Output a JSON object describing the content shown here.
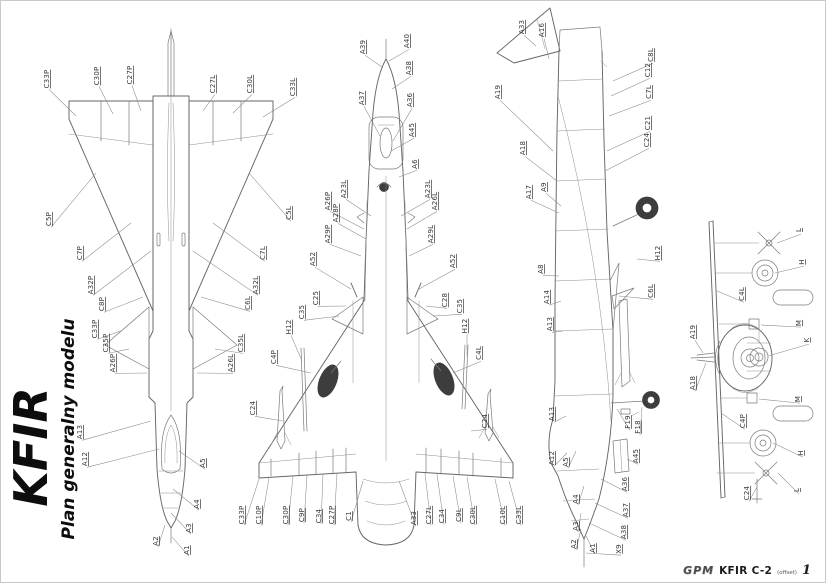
{
  "sheet": {
    "title": "KFIR",
    "subtitle": "Plan generalny modelu",
    "footer": {
      "publisher": "GPM",
      "model": "KFIR C-2",
      "print_note": "(offset)",
      "sheet_number": "1"
    }
  },
  "views": [
    {
      "name": "top-view",
      "labels": [
        [
          "C33P",
          46,
          78,
          75,
          115
        ],
        [
          "C30P",
          96,
          75,
          112,
          113
        ],
        [
          "C27P",
          129,
          74,
          140,
          110
        ],
        [
          "C5P",
          48,
          218,
          95,
          172
        ],
        [
          "C7P",
          79,
          252,
          130,
          222
        ],
        [
          "A32P",
          90,
          284,
          150,
          250
        ],
        [
          "C8P",
          101,
          303,
          142,
          296
        ],
        [
          "C33P",
          94,
          328,
          120,
          330
        ],
        [
          "C35P",
          105,
          342,
          128,
          348
        ],
        [
          "A26P",
          112,
          362,
          146,
          372
        ],
        [
          "A13",
          79,
          431,
          150,
          420
        ],
        [
          "A12",
          84,
          458,
          158,
          448
        ],
        [
          "C27L",
          212,
          83,
          202,
          110
        ],
        [
          "C30L",
          249,
          83,
          232,
          112
        ],
        [
          "C33L",
          292,
          86,
          262,
          116
        ],
        [
          "C5L",
          288,
          212,
          248,
          172
        ],
        [
          "C7L",
          262,
          252,
          212,
          222
        ],
        [
          "A32L",
          255,
          284,
          192,
          250
        ],
        [
          "C6L",
          247,
          302,
          200,
          296
        ],
        [
          "C35L",
          240,
          342,
          214,
          348
        ],
        [
          "A26L",
          230,
          362,
          196,
          372
        ],
        [
          "A5",
          202,
          462,
          178,
          450
        ],
        [
          "A4",
          196,
          503,
          172,
          488
        ],
        [
          "A3",
          188,
          527,
          170,
          512
        ],
        [
          "A2",
          155,
          540,
          164,
          524
        ],
        [
          "A1",
          186,
          549,
          171,
          536
        ]
      ]
    },
    {
      "name": "bottom-view",
      "labels": [
        [
          "A39",
          362,
          46,
          381,
          66
        ],
        [
          "A40",
          406,
          40,
          388,
          60
        ],
        [
          "A38",
          408,
          67,
          391,
          88
        ],
        [
          "A37",
          361,
          97,
          379,
          135
        ],
        [
          "A36",
          409,
          99,
          392,
          140
        ],
        [
          "A45",
          411,
          129,
          390,
          150
        ],
        [
          "A6",
          414,
          163,
          398,
          176
        ],
        [
          "A23L",
          343,
          188,
          370,
          215
        ],
        [
          "A26P",
          327,
          200,
          363,
          228
        ],
        [
          "A28P",
          335,
          212,
          365,
          238
        ],
        [
          "A29P",
          327,
          233,
          360,
          255
        ],
        [
          "A52",
          312,
          258,
          350,
          288
        ],
        [
          "C25",
          315,
          297,
          345,
          305
        ],
        [
          "C35",
          301,
          311,
          338,
          315
        ],
        [
          "H12",
          288,
          326,
          301,
          360
        ],
        [
          "C4P",
          273,
          356,
          310,
          372
        ],
        [
          "C24",
          252,
          407,
          282,
          420
        ],
        [
          "A23L",
          427,
          188,
          400,
          215
        ],
        [
          "A26L",
          434,
          200,
          406,
          228
        ],
        [
          "A29L",
          430,
          233,
          408,
          255
        ],
        [
          "A52",
          452,
          260,
          418,
          288
        ],
        [
          "C28",
          444,
          299,
          425,
          305
        ],
        [
          "C35",
          459,
          305,
          432,
          315
        ],
        [
          "H12",
          464,
          325,
          466,
          355
        ],
        [
          "C4L",
          478,
          352,
          452,
          372
        ],
        [
          "C24",
          484,
          420,
          470,
          430
        ],
        [
          "C33P",
          241,
          514,
          258,
          478
        ],
        [
          "C10P",
          258,
          514,
          268,
          477
        ],
        [
          "C30P",
          285,
          514,
          292,
          475
        ],
        [
          "C9P",
          301,
          514,
          306,
          474
        ],
        [
          "C34",
          318,
          515,
          322,
          473
        ],
        [
          "C27P",
          331,
          514,
          336,
          472
        ],
        [
          "C1",
          348,
          515,
          362,
          480
        ],
        [
          "A33",
          413,
          517,
          398,
          480
        ],
        [
          "C27L",
          428,
          514,
          424,
          472
        ],
        [
          "C34",
          441,
          515,
          436,
          473
        ],
        [
          "C9L",
          458,
          514,
          452,
          475
        ],
        [
          "C30L",
          472,
          514,
          466,
          476
        ],
        [
          "C10L",
          502,
          514,
          494,
          478
        ],
        [
          "C33L",
          518,
          514,
          508,
          480
        ]
      ]
    },
    {
      "name": "side-view",
      "labels": [
        [
          "A33",
          521,
          26,
          535,
          45
        ],
        [
          "A16",
          541,
          29,
          548,
          58
        ],
        [
          "A19",
          497,
          91,
          552,
          150
        ],
        [
          "A18",
          522,
          147,
          556,
          180
        ],
        [
          "A17",
          528,
          191,
          558,
          212
        ],
        [
          "A9",
          543,
          186,
          560,
          205
        ],
        [
          "A8",
          540,
          268,
          558,
          275
        ],
        [
          "A14",
          546,
          296,
          560,
          300
        ],
        [
          "A13",
          549,
          323,
          562,
          330
        ],
        [
          "A13",
          551,
          413,
          565,
          415
        ],
        [
          "A12",
          551,
          457,
          566,
          452
        ],
        [
          "A5",
          565,
          461,
          575,
          450
        ],
        [
          "A4",
          575,
          498,
          583,
          485
        ],
        [
          "A3",
          575,
          525,
          580,
          512
        ],
        [
          "A2",
          573,
          543,
          580,
          528
        ],
        [
          "A1",
          592,
          547,
          585,
          535
        ],
        [
          "C8L",
          650,
          54,
          612,
          80
        ],
        [
          "C12",
          647,
          69,
          610,
          95
        ],
        [
          "C7L",
          648,
          91,
          608,
          115
        ],
        [
          "C21",
          647,
          122,
          606,
          150
        ],
        [
          "C24",
          646,
          139,
          604,
          170
        ],
        [
          "H12",
          657,
          252,
          636,
          258
        ],
        [
          "C6L",
          650,
          290,
          618,
          295
        ],
        [
          "F19",
          627,
          421,
          616,
          408
        ],
        [
          "F18",
          637,
          426,
          641,
          406
        ],
        [
          "A45",
          635,
          455,
          626,
          458
        ],
        [
          "A36",
          624,
          483,
          600,
          478
        ],
        [
          "A37",
          625,
          509,
          594,
          502
        ],
        [
          "A38",
          623,
          531,
          588,
          522
        ],
        [
          "X9",
          618,
          548,
          585,
          552
        ]
      ]
    },
    {
      "name": "front-view",
      "labels": [
        [
          "L",
          798,
          229,
          776,
          242
        ],
        [
          "H",
          801,
          261,
          774,
          272
        ],
        [
          "C4L",
          741,
          293,
          716,
          290
        ],
        [
          "M",
          798,
          322,
          760,
          324
        ],
        [
          "K",
          806,
          339,
          767,
          355
        ],
        [
          "A19",
          692,
          331,
          702,
          352
        ],
        [
          "A18",
          692,
          382,
          705,
          362
        ],
        [
          "M",
          797,
          398,
          758,
          398
        ],
        [
          "C4P",
          742,
          420,
          720,
          412
        ],
        [
          "H",
          800,
          452,
          772,
          442
        ],
        [
          "L",
          796,
          489,
          777,
          472
        ],
        [
          "C24",
          746,
          492,
          756,
          486
        ]
      ]
    }
  ]
}
